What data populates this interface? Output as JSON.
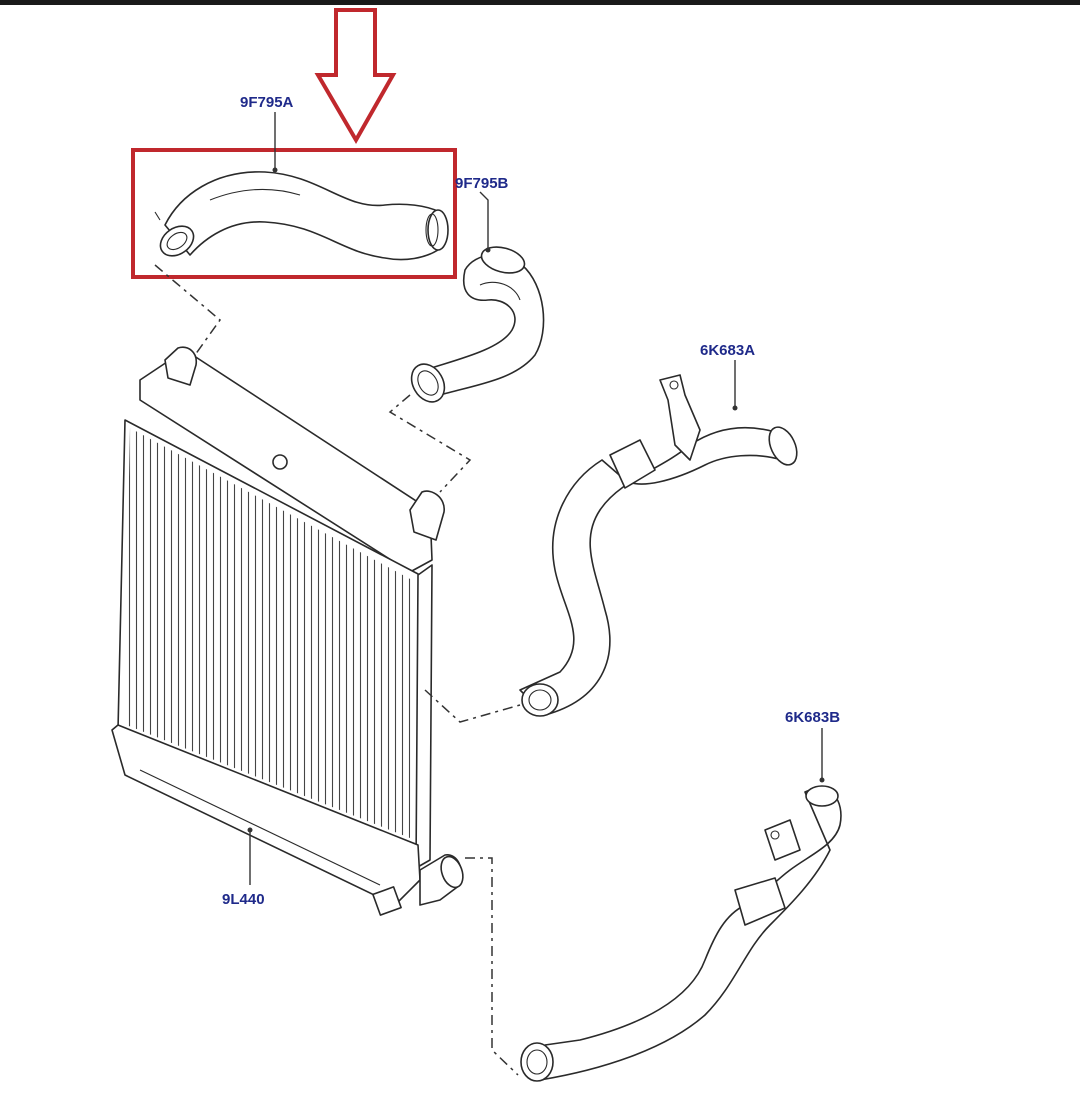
{
  "labels": {
    "hose_upper": "9F795A",
    "hose_lower": "9F795B",
    "pipe_upper": "6K683A",
    "pipe_lower": "6K683B",
    "intercooler": "9L440"
  },
  "colors": {
    "callout_text": "#1f2a8a",
    "highlight": "#c0282d",
    "line": "#2a2a2a",
    "background": "#ffffff"
  },
  "highlighted_part": "9F795A"
}
